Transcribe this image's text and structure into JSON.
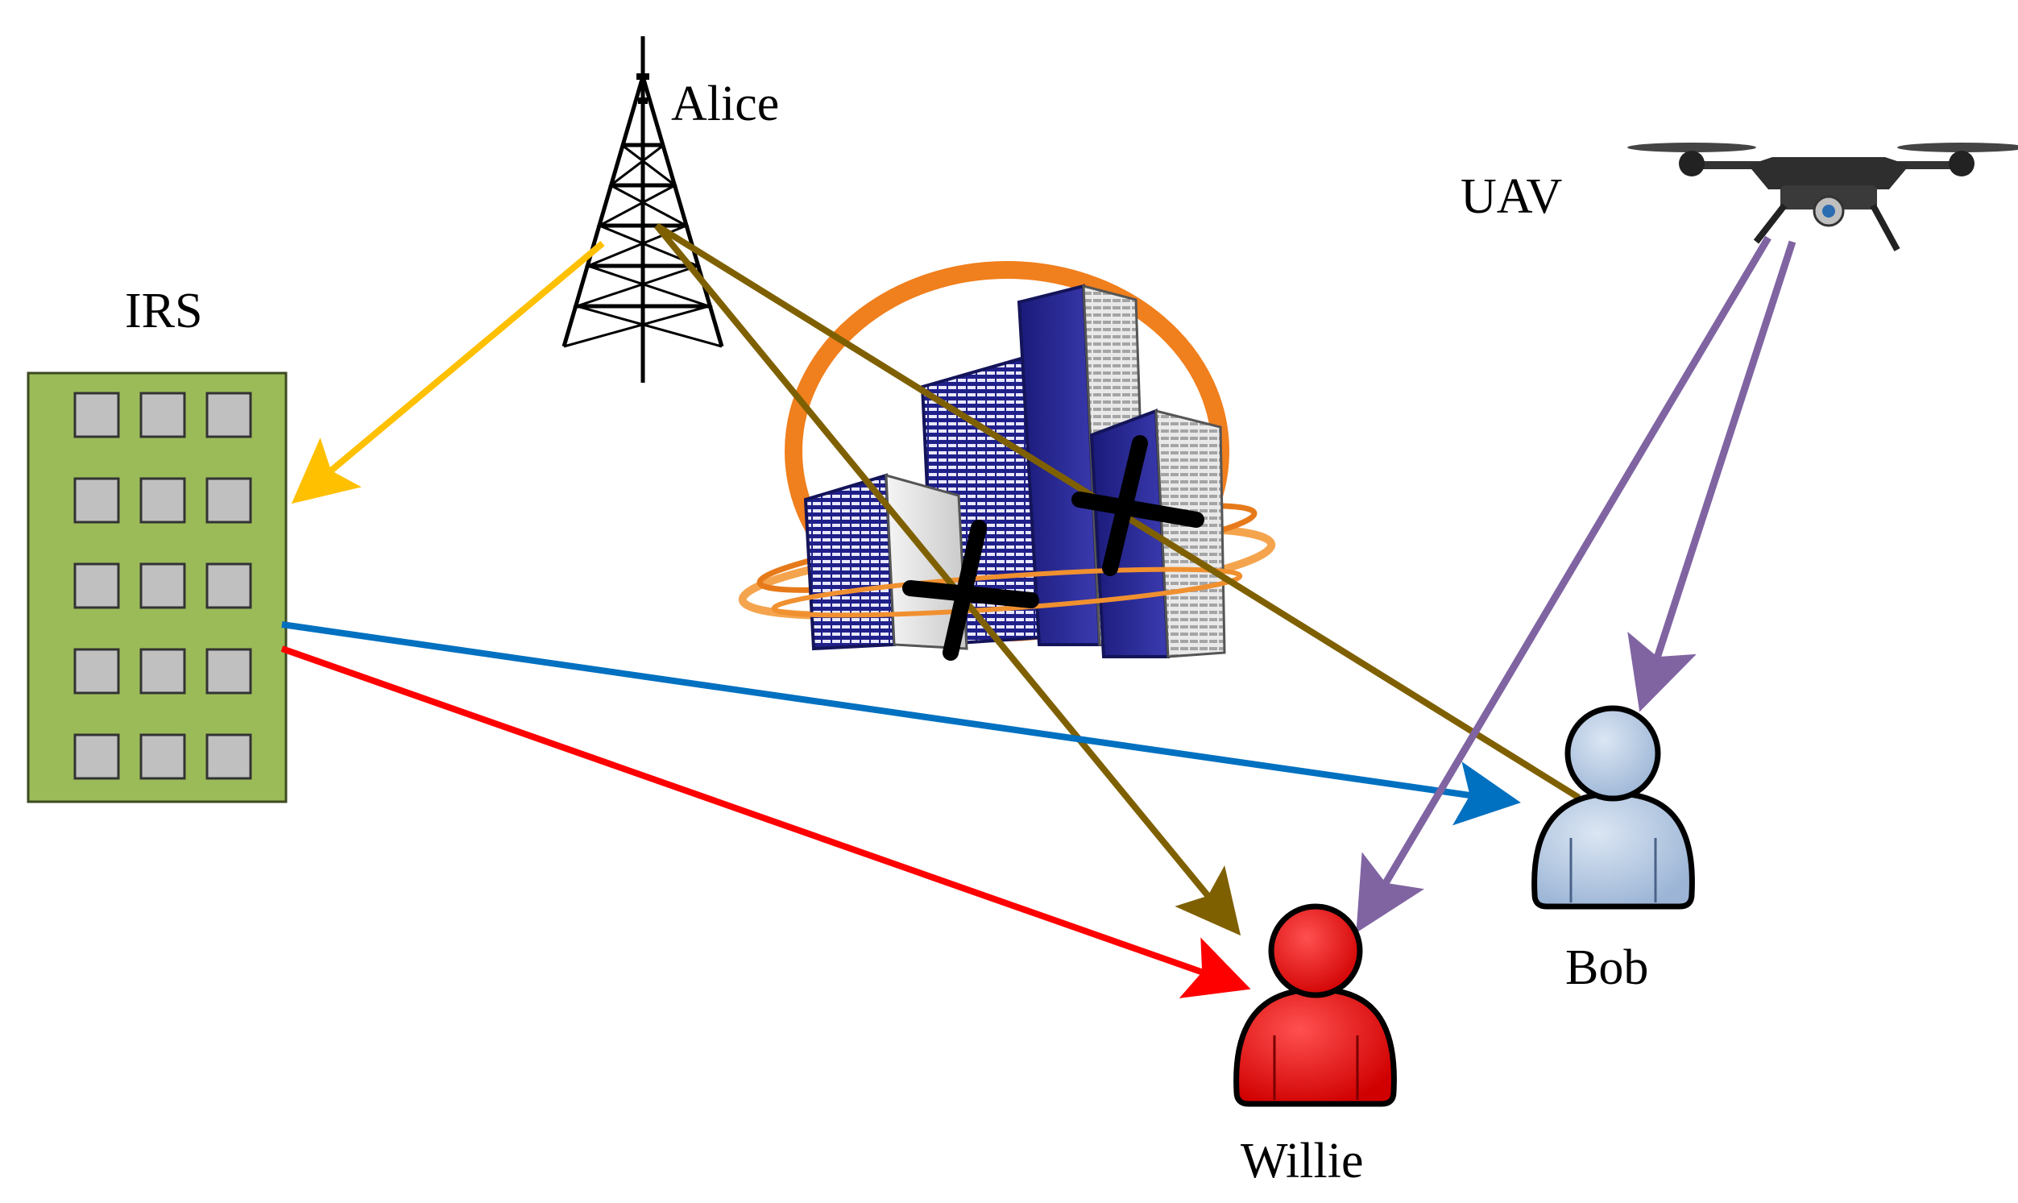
{
  "labels": {
    "alice": "Alice",
    "uav": "UAV",
    "irs": "IRS",
    "bob": "Bob",
    "willie": "Willie"
  },
  "colors": {
    "irs_panel": "#9bbb59",
    "irs_element": "#c0c0c0",
    "alice_to_irs": "#ffc000",
    "direct_link": "#7f6000",
    "irs_to_bob": "#0070c0",
    "irs_to_willie": "#ff0000",
    "uav_link": "#8064a2",
    "bob": "#b9cde5",
    "willie": "#ff0000"
  },
  "irs": {
    "rows": 5,
    "cols": 3
  },
  "links": [
    {
      "from": "Alice",
      "to": "IRS",
      "color_key": "alice_to_irs",
      "blocked": false
    },
    {
      "from": "Alice",
      "to": "Willie",
      "color_key": "direct_link",
      "blocked": true
    },
    {
      "from": "Alice",
      "to": "Bob",
      "color_key": "direct_link",
      "blocked": true
    },
    {
      "from": "IRS",
      "to": "Bob",
      "color_key": "irs_to_bob",
      "blocked": false
    },
    {
      "from": "IRS",
      "to": "Willie",
      "color_key": "irs_to_willie",
      "blocked": false
    },
    {
      "from": "UAV",
      "to": "Willie",
      "color_key": "uav_link",
      "blocked": false
    },
    {
      "from": "UAV",
      "to": "Bob",
      "color_key": "uav_link",
      "blocked": false
    }
  ]
}
